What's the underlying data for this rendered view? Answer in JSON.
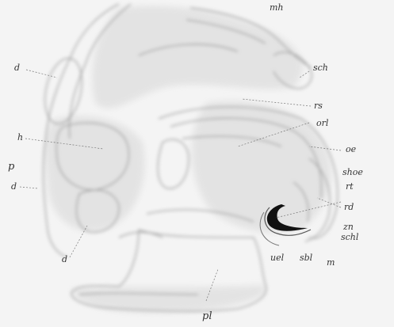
{
  "labels": {
    "mh": "mh",
    "sch": "sch",
    "rs": "rs",
    "orl": "orl",
    "oe": "oe",
    "shoe": "shoe",
    "rt": "rt",
    "rd": "rd",
    "zn": "zn",
    "schl": "schl",
    "m": "m",
    "sbl": "sbl",
    "uel": "uel",
    "pl": "pl",
    "d_top": "d",
    "h": "h",
    "p": "p",
    "d_mid": "d",
    "d_bottom": "d"
  }
}
